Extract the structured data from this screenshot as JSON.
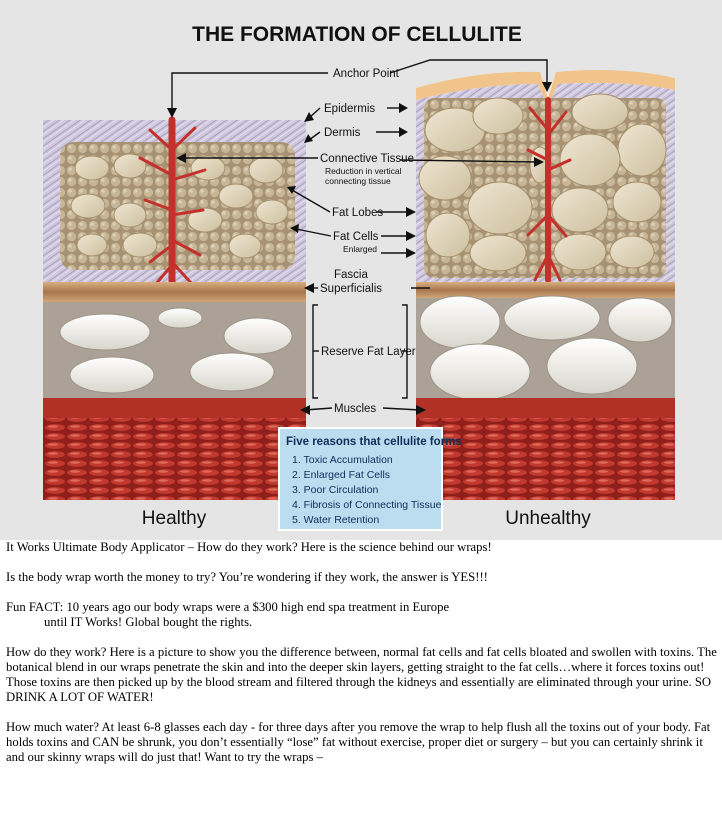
{
  "figure": {
    "title": "THE FORMATION OF CELLULITE",
    "labels": {
      "anchor_point": "Anchor Point",
      "epidermis": "Epidermis",
      "dermis": "Dermis",
      "connective_tissue": "Connective Tissue",
      "connective_tissue_sub1": "Reduction in vertical",
      "connective_tissue_sub2": "connecting tissue",
      "fat_lobes": "Fat Lobes",
      "fat_cells": "Fat Cells",
      "fat_cells_sub": "Enlarged",
      "fascia1": "Fascia",
      "fascia2": "Superficialis",
      "reserve_fat_layer": "Reserve Fat Layer",
      "muscles": "Muscles"
    },
    "reasons": {
      "title": "Five reasons that cellulite forms",
      "items": [
        "1. Toxic Accumulation",
        "2. Enlarged Fat Cells",
        "3. Poor Circulation",
        "4. Fibrosis of Connecting Tissue",
        "5. Water Retention"
      ]
    },
    "captions": {
      "healthy": "Healthy",
      "unhealthy": "Unhealthy"
    },
    "colors": {
      "fat_lobe": "#ddd3bd",
      "reserve_fat": "#f0efe8",
      "vessel": "#c4302b",
      "muscle": "#b33028",
      "epidermis": "#f0c48a",
      "box_fill": "#bcdcf0",
      "box_text": "#0d2f5a"
    }
  },
  "article": {
    "line1": "It Works Ultimate Body Applicator – How do they work? Here is the science behind our wraps!",
    "line2": "Is the body wrap worth the money to try?  You’re wondering if they work, the answer is YES!!!",
    "line3a": "Fun FACT: 10 years ago our body wraps were a $300 high end spa treatment in Europe",
    "line3b": "until IT Works! Global bought the rights.",
    "para4": "How do they work? Here is a picture to show you the difference between, normal fat cells and fat cells bloated and swollen with toxins. The botanical blend in our wraps penetrate the skin and into the deeper skin layers, getting straight to the fat cells…where it forces toxins out! Those toxins are then picked up by the blood stream and filtered through the kidneys and essentially are eliminated through your urine.  SO DRINK A LOT OF WATER!",
    "para5": "How much water?  At least 6-8 glasses each day - for three days after you remove the wrap to help flush all the toxins out of your body.   Fat holds toxins and CAN be shrunk, you don’t essentially “lose” fat without exercise, proper diet or surgery – but you can certainly shrink it and our skinny wraps will do just that! Want to try the wraps –"
  }
}
